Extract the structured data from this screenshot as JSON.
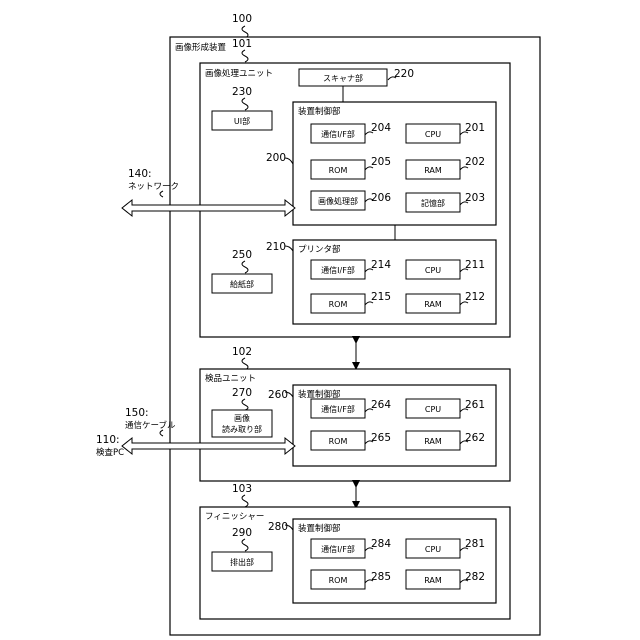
{
  "refs": {
    "r100": "100",
    "r101": "101",
    "r102": "102",
    "r103": "103",
    "r110": "110:",
    "r140": "140:",
    "r150": "150:",
    "r200": "200",
    "r201": "201",
    "r202": "202",
    "r203": "203",
    "r204": "204",
    "r205": "205",
    "r206": "206",
    "r210": "210",
    "r211": "211",
    "r212": "212",
    "r214": "214",
    "r215": "215",
    "r220": "220",
    "r230": "230",
    "r250": "250",
    "r260": "260",
    "r261": "261",
    "r262": "262",
    "r264": "264",
    "r265": "265",
    "r270": "270",
    "r280": "280",
    "r281": "281",
    "r282": "282",
    "r284": "284",
    "r285": "285",
    "r290": "290"
  },
  "labels": {
    "apparatus": "画像形成装置",
    "image_unit": "画像処理ユニット",
    "inspection_unit": "検品ユニット",
    "finisher": "フィニッシャー",
    "device_control": "装置制御部",
    "printer": "プリンタ部",
    "scanner": "スキャナ部",
    "ui": "UI部",
    "feed": "給紙部",
    "image_read_1": "画像",
    "image_read_2": "読み取り部",
    "discharge": "排出部",
    "comm_if": "通信I/F部",
    "cpu": "CPU",
    "rom": "ROM",
    "ram": "RAM",
    "image_proc": "画像処理部",
    "storage": "記憶部",
    "network": "ネットワーク",
    "comm_cable": "通信ケーブル",
    "inspection_pc": "検査PC"
  }
}
